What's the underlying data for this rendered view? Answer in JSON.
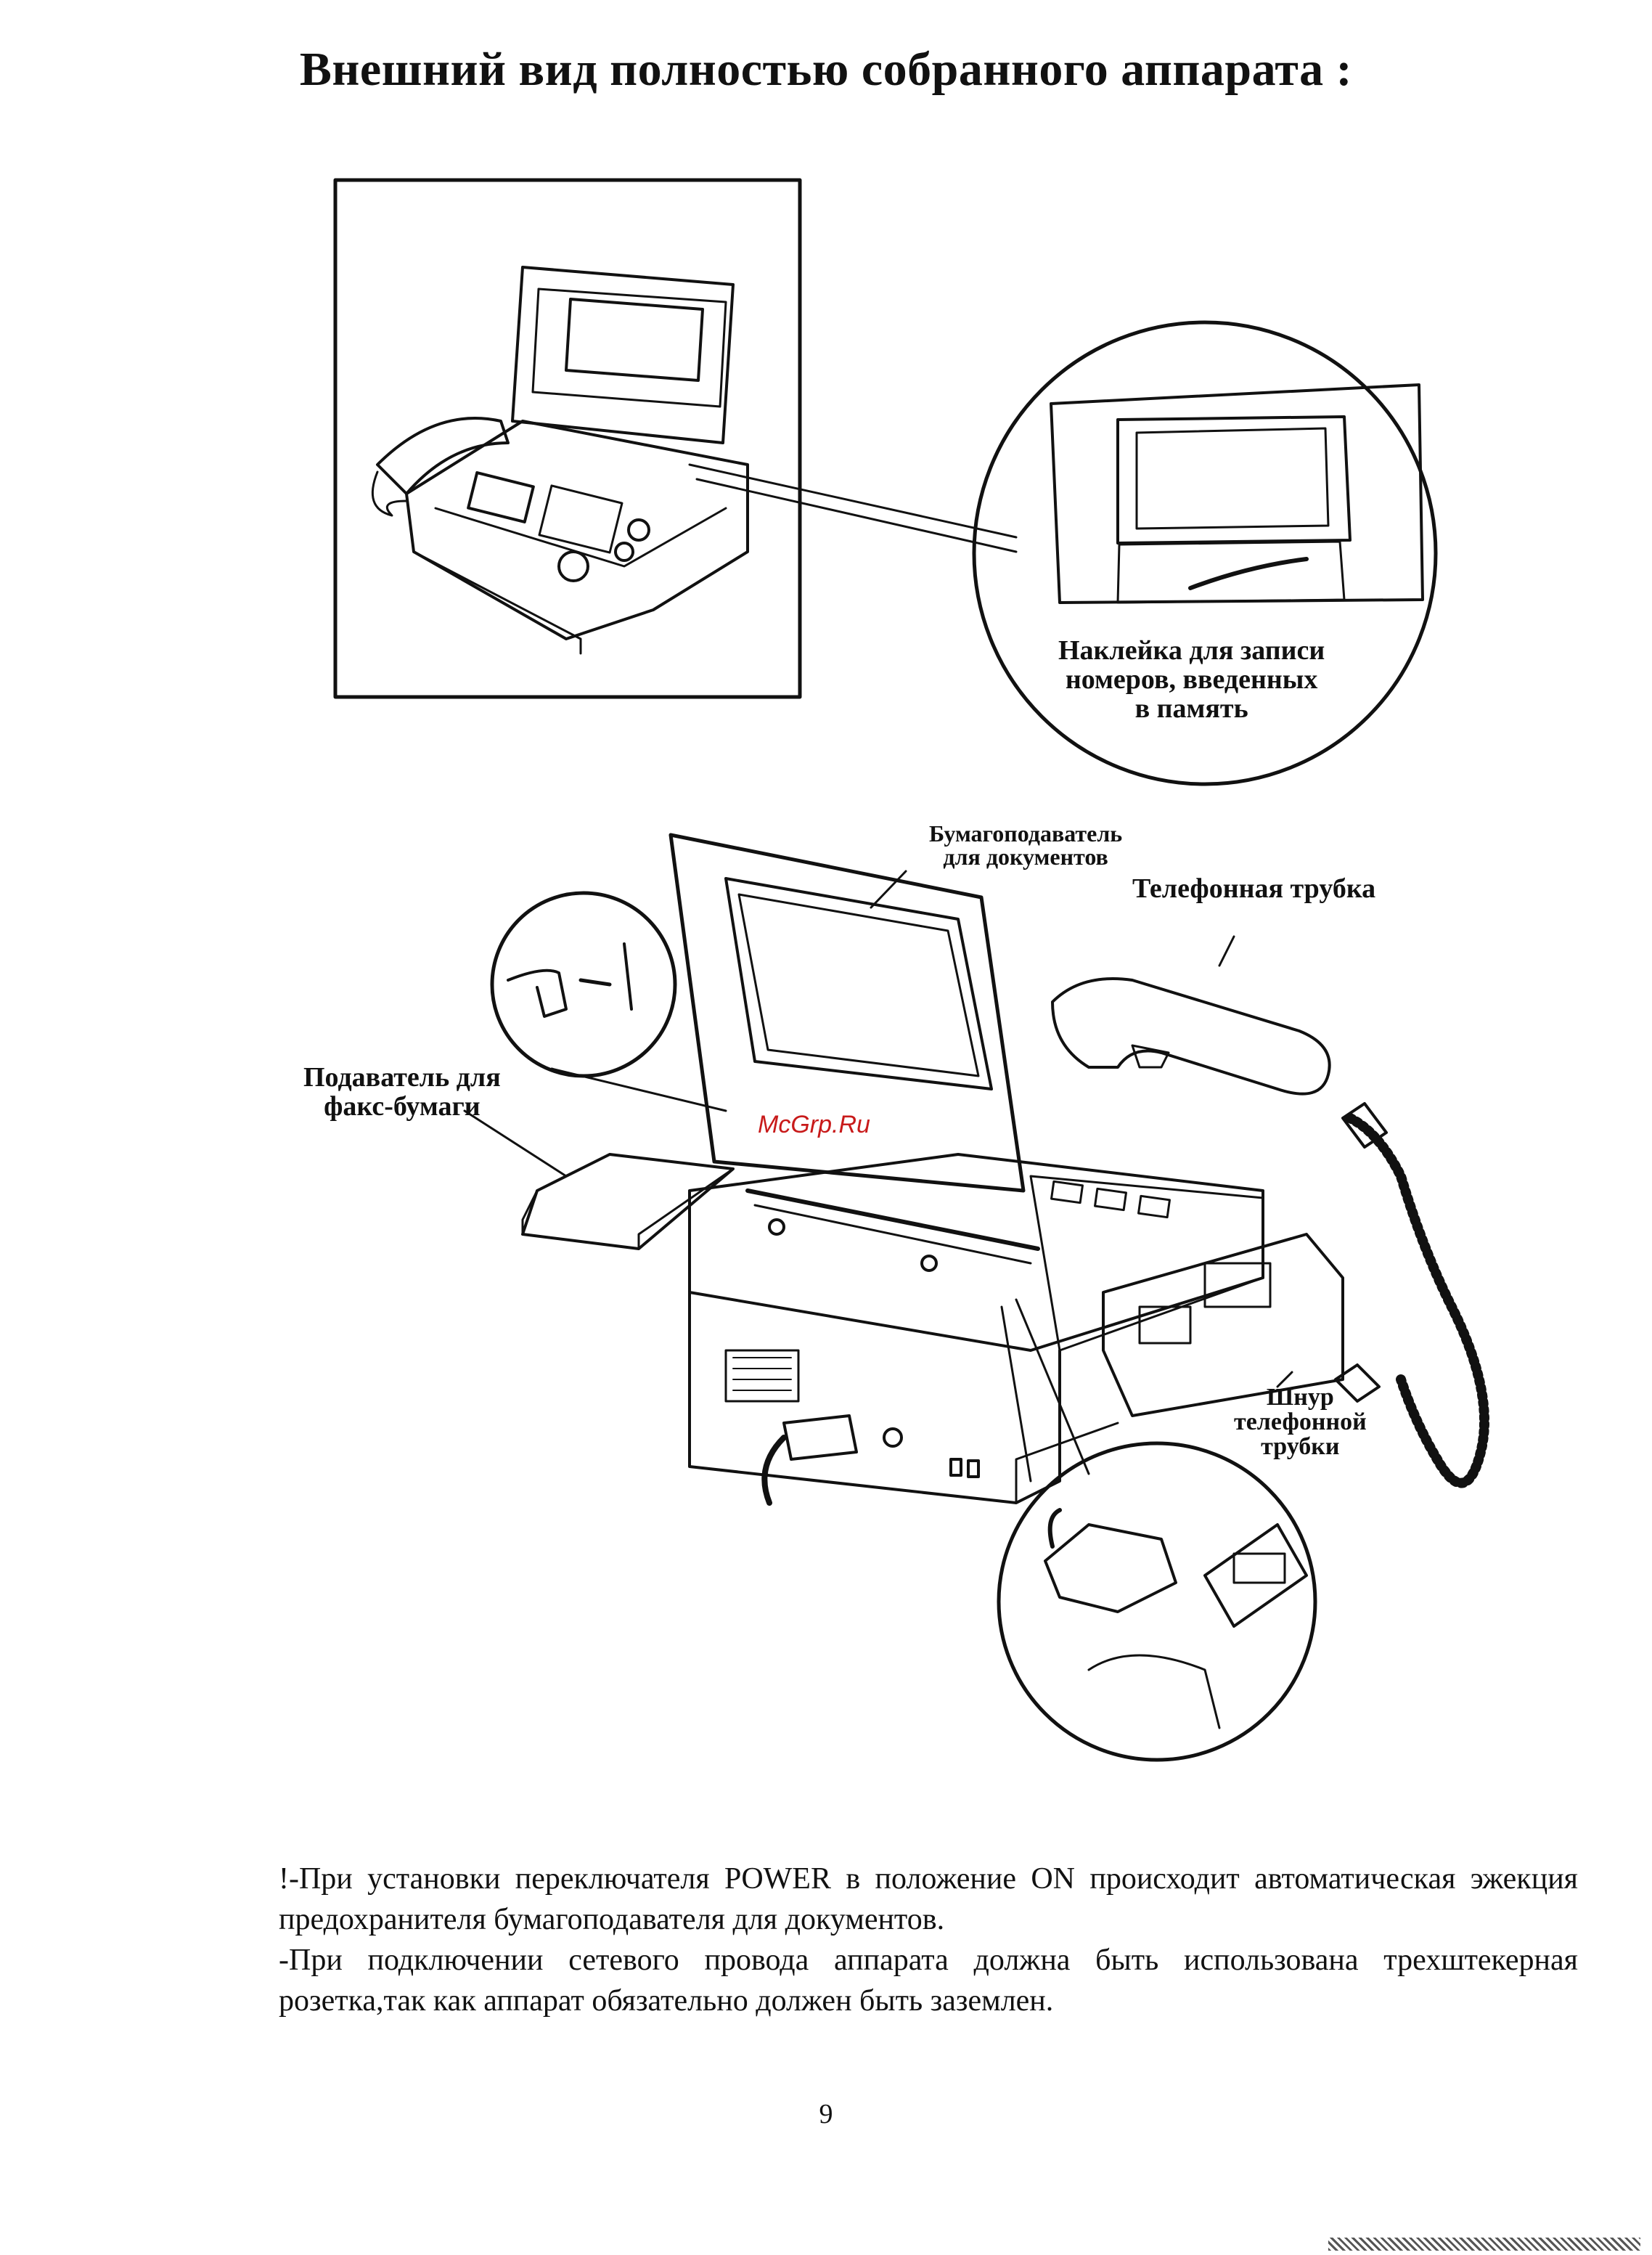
{
  "page": {
    "title": "Внешний вид полностью собранного аппарата :",
    "page_number": "9"
  },
  "labels": {
    "sticker": [
      "Наклейка для записи",
      "номеров, введенных",
      "в память"
    ],
    "doc_feeder": [
      "Бумагоподаватель",
      "для документов"
    ],
    "handset": "Телефонная трубка",
    "paper_feeder": [
      "Подаватель для",
      "факс-бумаги"
    ],
    "cord": [
      "Шнур",
      "телефонной",
      "трубки"
    ]
  },
  "watermark": "McGrp.Ru",
  "notes": [
    "!-При установки переключателя POWER в положение ON происходит автоматическая эжекция предохранителя бумагоподавателя для документов.",
    "-При подключении сетевого провода аппарата должна быть использована трехштекерная розетка,так как аппарат обязательно должен быть заземлен."
  ]
}
